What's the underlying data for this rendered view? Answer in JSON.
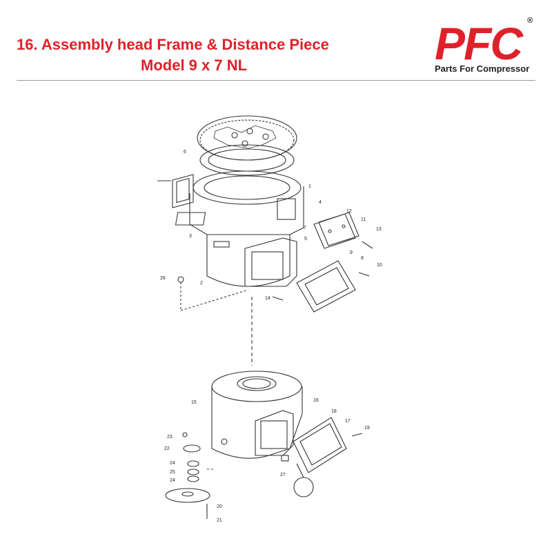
{
  "header": {
    "title_line1": "16. Assembly head Frame & Distance Piece",
    "title_line2": "Model 9 x 7 NL"
  },
  "logo": {
    "letters": "PFC",
    "tagline": "Parts For Compressor",
    "registered": "®",
    "brand_color": "#e0202a"
  },
  "part_labels": [
    "1",
    "2",
    "3",
    "4",
    "5",
    "6",
    "7",
    "8",
    "9",
    "10",
    "11",
    "12",
    "13",
    "14",
    "15",
    "16",
    "17",
    "18",
    "19",
    "20",
    "21",
    "22",
    "23",
    "24",
    "25",
    "24",
    "26",
    "27"
  ]
}
